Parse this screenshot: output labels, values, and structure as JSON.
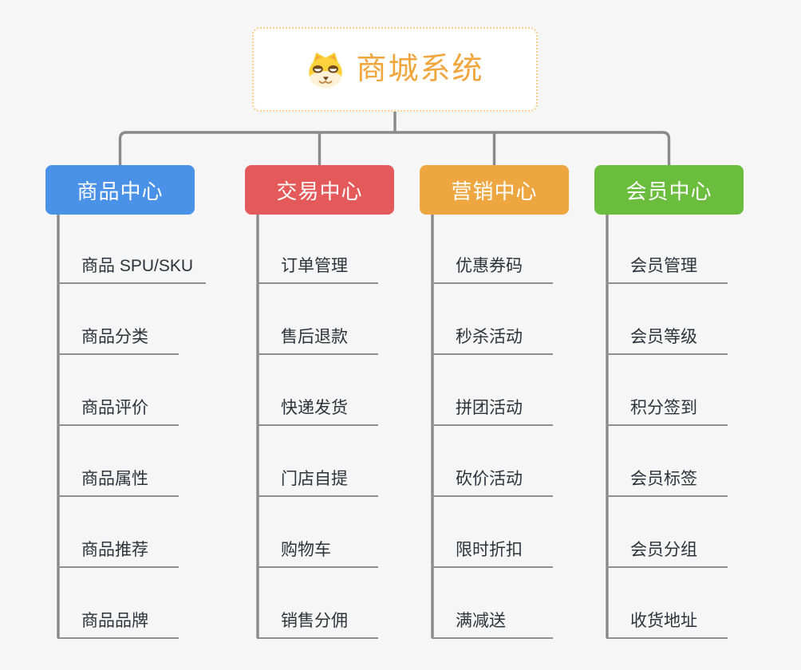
{
  "root": {
    "title": "商城系统",
    "icon": "dog-face-icon"
  },
  "branches": [
    {
      "label": "商品中心",
      "color": "#4a92e8",
      "children": [
        "商品 SPU/SKU",
        "商品分类",
        "商品评价",
        "商品属性",
        "商品推荐",
        "商品品牌"
      ]
    },
    {
      "label": "交易中心",
      "color": "#e45a5a",
      "children": [
        "订单管理",
        "售后退款",
        "快递发货",
        "门店自提",
        "购物车",
        "销售分佣"
      ]
    },
    {
      "label": "营销中心",
      "color": "#eda640",
      "children": [
        "优惠券码",
        "秒杀活动",
        "拼团活动",
        "砍价活动",
        "限时折扣",
        "满减送"
      ]
    },
    {
      "label": "会员中心",
      "color": "#6bbd3d",
      "children": [
        "会员管理",
        "会员等级",
        "积分签到",
        "会员标签",
        "会员分组",
        "收货地址"
      ]
    }
  ],
  "colors": {
    "background": "#f5f6f5",
    "connector": "#8a8a8a",
    "underline": "#8f8f8f",
    "leaf_text": "#2f3238",
    "root_title": "#f0a63d",
    "root_border": "#f8ce8c",
    "root_background": "#ffffff",
    "branch_label_text": "#ffffff"
  }
}
